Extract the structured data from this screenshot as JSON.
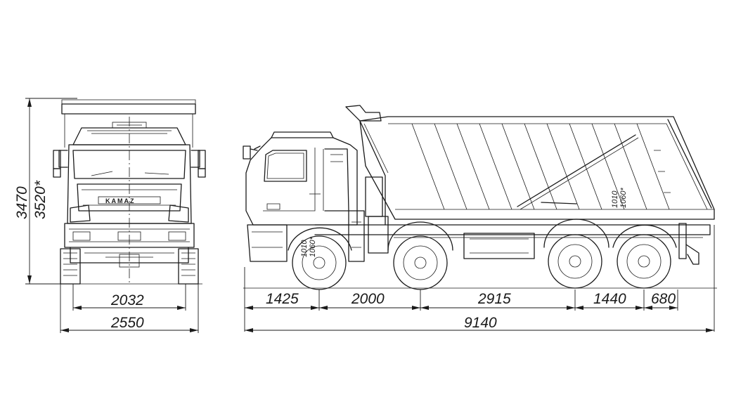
{
  "front_view": {
    "brand_label": "KAMAZ",
    "dim_overall_height": "3470",
    "dim_overall_height_alt": "3520*",
    "dim_track_width": "2032",
    "dim_overall_width": "2550"
  },
  "side_view": {
    "dim_front_overhang": "1425",
    "dim_wheelbase_1": "2000",
    "dim_wheelbase_2": "2915",
    "dim_wheelbase_3": "1440",
    "dim_rear_overhang": "680",
    "dim_overall_length": "9140",
    "dim_cab_height_1": "1010",
    "dim_cab_height_2": "1060*",
    "dim_body_height_1": "1010",
    "dim_body_height_2": "1060*"
  },
  "colors": {
    "line": "#1a1a1a",
    "background": "#ffffff"
  }
}
